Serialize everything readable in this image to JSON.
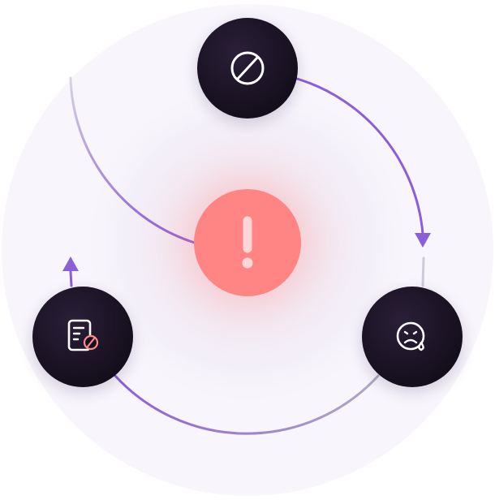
{
  "diagram": {
    "type": "cycle",
    "colors": {
      "background_disc": "#f8f5fc",
      "inner_glow": "#f2eef8",
      "arc": "#8b5fd6",
      "arc_faded": "#c9c4d6",
      "node_fill": "#17111f",
      "icon_stroke": "#ffffff",
      "icon_accent": "#ff8a8a",
      "alert_fill": "#ff8585",
      "alert_mark": "#ffd6d6"
    },
    "nodes": [
      {
        "id": "top",
        "icon": "prohibited-icon"
      },
      {
        "id": "right",
        "icon": "sad-face-tear-icon"
      },
      {
        "id": "left",
        "icon": "document-blocked-icon"
      }
    ],
    "center": {
      "icon": "exclamation-icon"
    },
    "arrows": [
      {
        "from": "top",
        "to": "right"
      },
      {
        "from": "right",
        "to": "left"
      },
      {
        "from": "left",
        "to": "top"
      }
    ]
  }
}
